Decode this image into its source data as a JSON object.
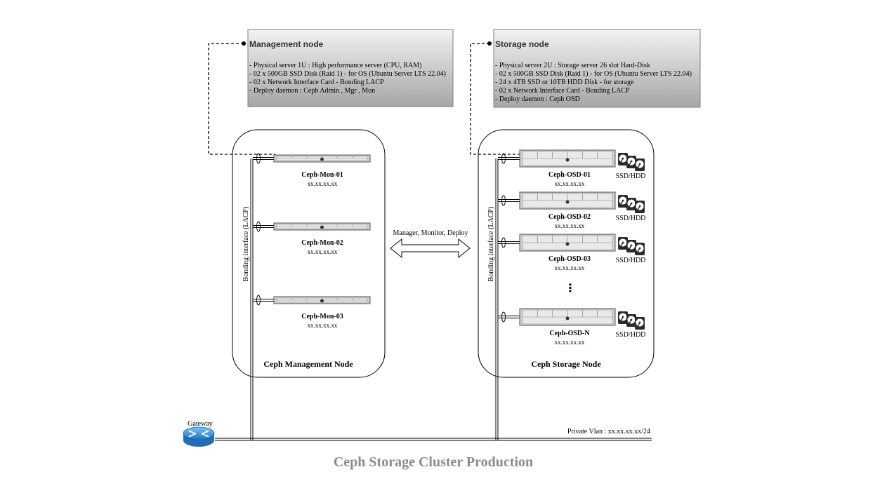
{
  "management_note": {
    "title": "Management node",
    "lines": [
      "- Physical server 1U : High performance server (CPU, RAM)",
      "- 02 x 500GB SSD Disk (Raid 1) -  for OS (Ubuntu Server LTS 22.04)",
      "- 02 x Network Interface Card - Bonding LACP",
      "- Deploy daemon : Ceph Admin , Mgr , Mon"
    ]
  },
  "storage_note": {
    "title": "Storage node",
    "lines": [
      "- Physical server 2U : Storage server 26 slot Hard-Disk",
      "- 02 x 500GB SSD Disk (Raid 1) -  for OS (Ubuntu Server LTS 22.04)",
      "- 24 x 4TB SSD or 10TB HDD Disk - for storage",
      "- 02 x Network Interface Card - Bonding LACP",
      "- Deploy daemon : Ceph OSD"
    ]
  },
  "management_group": {
    "label": "Ceph Management Node",
    "bonding_label": "Bonding interface (LACP)",
    "servers": [
      {
        "name": "Ceph-Mon-01",
        "ip": "xx.xx.xx.xx"
      },
      {
        "name": "Ceph-Mon-02",
        "ip": "xx.xx.xx.xx"
      },
      {
        "name": "Ceph-Mon-03",
        "ip": "xx.xx.xx.xx"
      }
    ]
  },
  "storage_group": {
    "label": "Ceph Storage Node",
    "bonding_label": "Bonding interface (LACP)",
    "disk_label": "SSD/HDD",
    "ellipsis": "⋮",
    "servers": [
      {
        "name": "Ceph-OSD-01",
        "ip": "xx.xx.xx.xx"
      },
      {
        "name": "Ceph-OSD-02",
        "ip": "xx.xx.xx.xx"
      },
      {
        "name": "Ceph-OSD-03",
        "ip": "xx.xx.xx.xx"
      },
      {
        "name": "Ceph-OSD-N",
        "ip": "xx.xx.xx.xx"
      }
    ]
  },
  "connection": {
    "label": "Manager, Monitor, Deploy"
  },
  "network": {
    "gateway_label": "Gateway",
    "vlan_label": "Private Vlan : xx.xx.xx.xx/24"
  },
  "footer": {
    "title": "Ceph Storage Cluster Production"
  },
  "colors": {
    "note_top": "#f2f2f2",
    "note_bottom": "#a6a6a6",
    "footer_text": "#8c8c8c",
    "router_blue": "#2f8fd8",
    "server_fill": "#cfcfcf"
  }
}
